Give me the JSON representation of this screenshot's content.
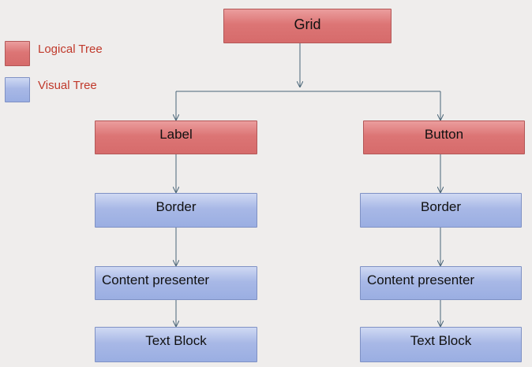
{
  "legend": {
    "logical_label": "Logical Tree",
    "visual_label": "Visual Tree"
  },
  "tree": {
    "root": "Grid",
    "left_branch": {
      "logical": "Label",
      "border": "Border",
      "content_presenter": "Content presenter",
      "text_block": "Text Block"
    },
    "right_branch": {
      "logical": "Button",
      "border": "Border",
      "content_presenter": "Content presenter",
      "text_block": "Text Block"
    }
  },
  "colors": {
    "logical_fill": "#dc7575",
    "visual_fill": "#a8b8e6",
    "connector": "#4a6577",
    "legend_text": "#c0392b",
    "background": "#efedec"
  }
}
